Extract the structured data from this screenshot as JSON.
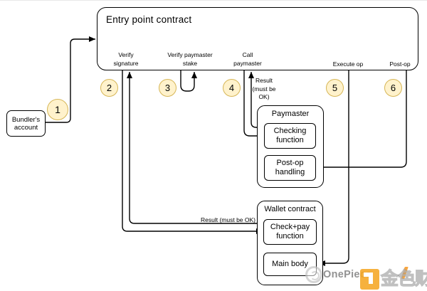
{
  "entry_point": {
    "title": "Entry point contract",
    "ops": {
      "verify_signature": {
        "line1": "Verify",
        "line2": "signature"
      },
      "verify_paymaster_stake": {
        "line1": "Verify paymaster",
        "line2": "stake"
      },
      "call_paymaster": {
        "line1": "Call",
        "line2": "paymaster"
      },
      "execute_op": "Execute op",
      "post_op": "Post-op"
    }
  },
  "bundler": {
    "line1": "Bundler's",
    "line2": "account"
  },
  "paymaster": {
    "title": "Paymaster",
    "checking_function": {
      "line1": "Checking",
      "line2": "function"
    },
    "post_op_handling": {
      "line1": "Post-op",
      "line2": "handling"
    }
  },
  "wallet": {
    "title": "Wallet contract",
    "check_pay_function": {
      "line1": "Check+pay",
      "line2": "function"
    },
    "main_body": "Main body"
  },
  "step_numbers": [
    "1",
    "2",
    "3",
    "4",
    "5",
    "6"
  ],
  "annotations": {
    "result_stacked": {
      "line1": "Result",
      "line2": "(must be",
      "line3": "OK)"
    },
    "result_inline": "Result (must be OK)"
  },
  "watermark": {
    "brand": "OnePiece",
    "site": "金色财经"
  },
  "colors": {
    "step_circle_fill": "#FFF2CC",
    "step_circle_border": "#D6B656",
    "line_color": "#000000",
    "watermark_orange": "#F5A623"
  }
}
